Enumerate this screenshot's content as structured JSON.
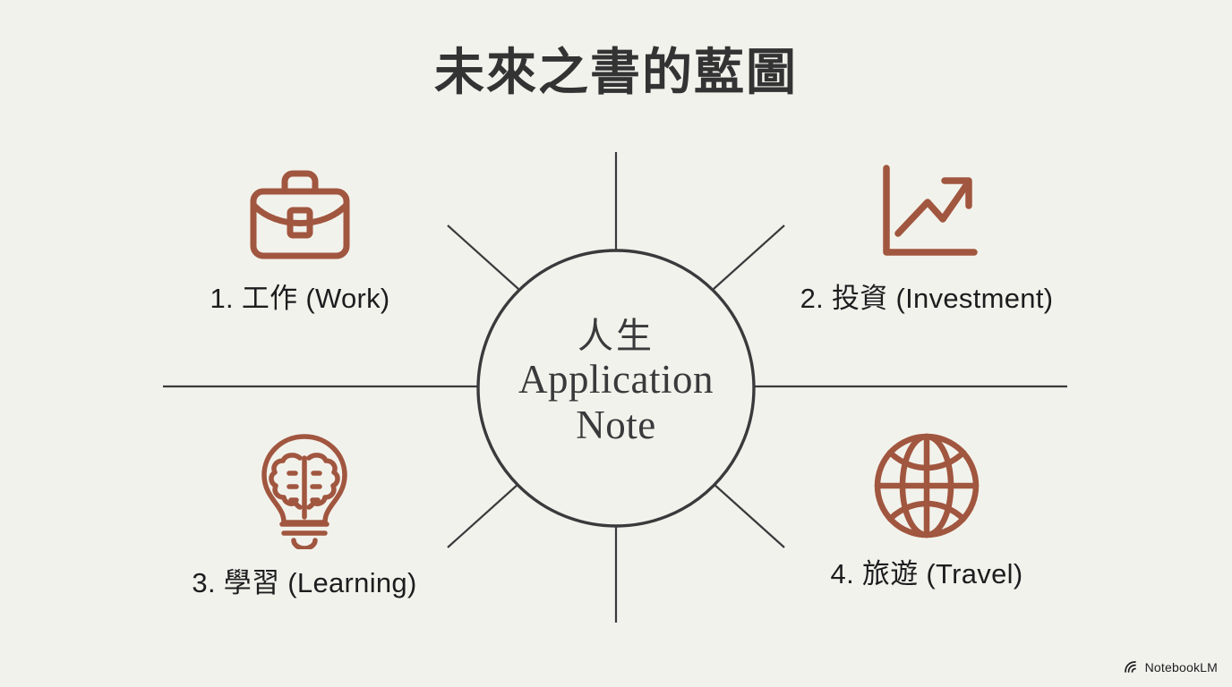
{
  "slide": {
    "title": "未來之書的藍圖",
    "background_color": "#f2f2ec",
    "accent_color": "#a1563f",
    "ink_color": "#3a3a3c"
  },
  "hub": {
    "line1": "人生",
    "line2": "Application",
    "line3": "Note"
  },
  "nodes": [
    {
      "index": "1",
      "icon": "briefcase-icon",
      "label": "1. 工作 (Work)",
      "position": "top-left"
    },
    {
      "index": "2",
      "icon": "growth-chart-icon",
      "label": "2. 投資 (Investment)",
      "position": "top-right"
    },
    {
      "index": "3",
      "icon": "brain-lightbulb-icon",
      "label": "3. 學習 (Learning)",
      "position": "bottom-left"
    },
    {
      "index": "4",
      "icon": "globe-icon",
      "label": "4. 旅遊 (Travel)",
      "position": "bottom-right"
    }
  ],
  "watermark": {
    "icon": "notebooklm-logo-icon",
    "label": "NotebookLM"
  }
}
